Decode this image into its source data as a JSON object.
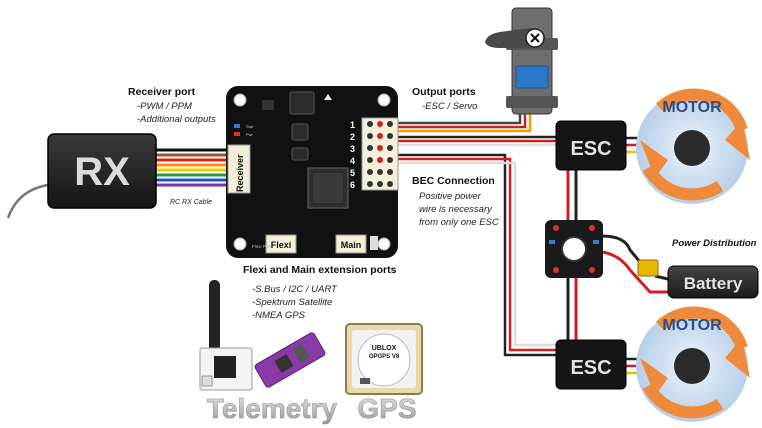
{
  "labels": {
    "receiver_port_title": "Receiver port",
    "receiver_port_line1": "-PWM / PPM",
    "receiver_port_line2": "-Additional outputs",
    "output_ports_title": "Output ports",
    "output_ports_line1": "-ESC / Servo",
    "bec_title": "BEC Connection",
    "bec_line1": "Positive power",
    "bec_line2": "wire is necessary",
    "bec_line3": "from only one ESC",
    "flexi_main_title": "Flexi and Main extension ports",
    "ext_line1": "-S.Bus / I2C / UART",
    "ext_line2": "-Spektrum Satellite",
    "ext_line3": "-NMEA GPS",
    "power_distribution": "Power Distribution",
    "rc_rx_cable": "RC RX Cable"
  },
  "board": {
    "receiver_header": "Receiver",
    "flexi": "Flexi",
    "main": "Main",
    "flexi_port": "Flexi Port",
    "port_numbers": [
      "1",
      "2",
      "3",
      "4",
      "5",
      "6"
    ]
  },
  "rx_label": "RX",
  "esc_labels": [
    "ESC",
    "ESC"
  ],
  "motor_labels": [
    "MOTOR",
    "MOTOR"
  ],
  "battery_label": "Battery",
  "gps_module": {
    "line1": "UBLOX",
    "line2": "OPGPS V8"
  },
  "telemetry_label": "Telemetry",
  "gps_label": "GPS",
  "colors": {
    "board": "#111111",
    "esc": "#151515",
    "motor_disc": "#c5d9ef",
    "arrow": "#ee8a3a",
    "wire_red": "#d01f1f",
    "wire_black": "#222222",
    "wire_white": "#cccccc"
  }
}
